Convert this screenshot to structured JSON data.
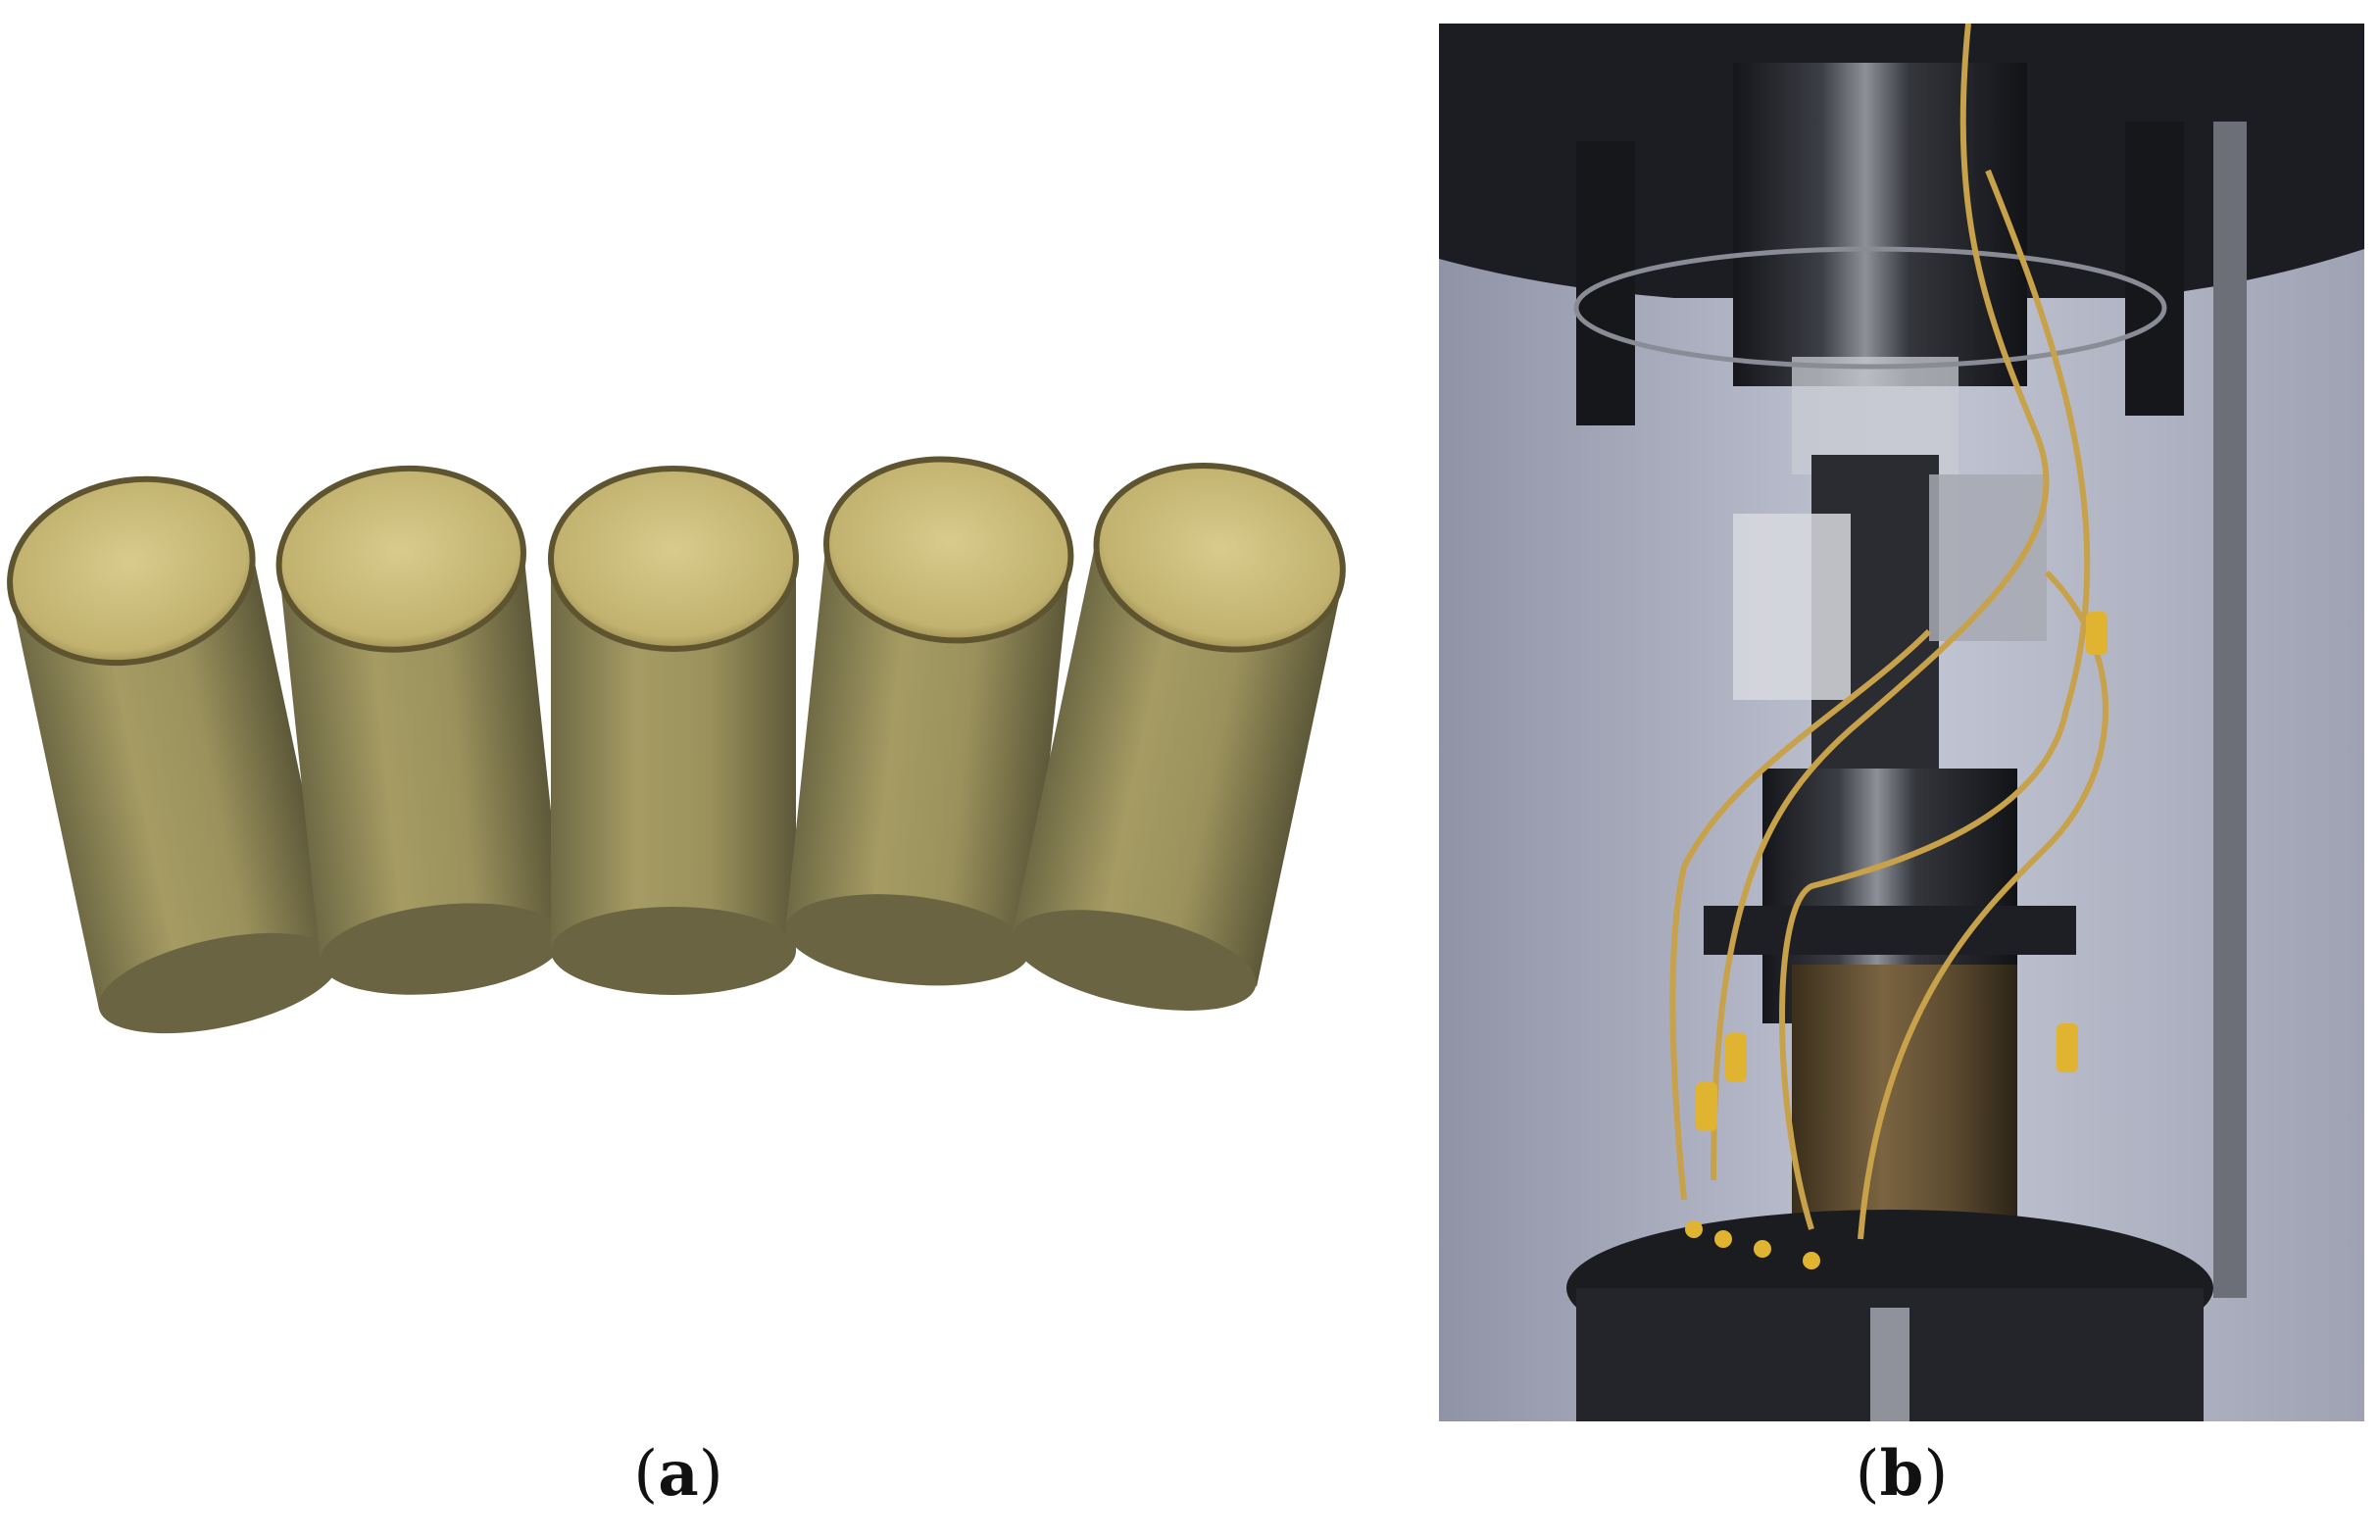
{
  "figure": {
    "panels": [
      {
        "id": "a",
        "label": "a",
        "description_icon": "sandstone-core-samples-photo"
      },
      {
        "id": "b",
        "label": "b",
        "description_icon": "triaxial-test-apparatus-photo"
      }
    ]
  },
  "colors": {
    "sample_top": "#cdbd7c",
    "sample_side": "#8f8655",
    "machine_dark": "#1b1c20",
    "machine_wall": "#b9bccb",
    "wire": "#c8a24a",
    "connector": "#e0b330"
  }
}
